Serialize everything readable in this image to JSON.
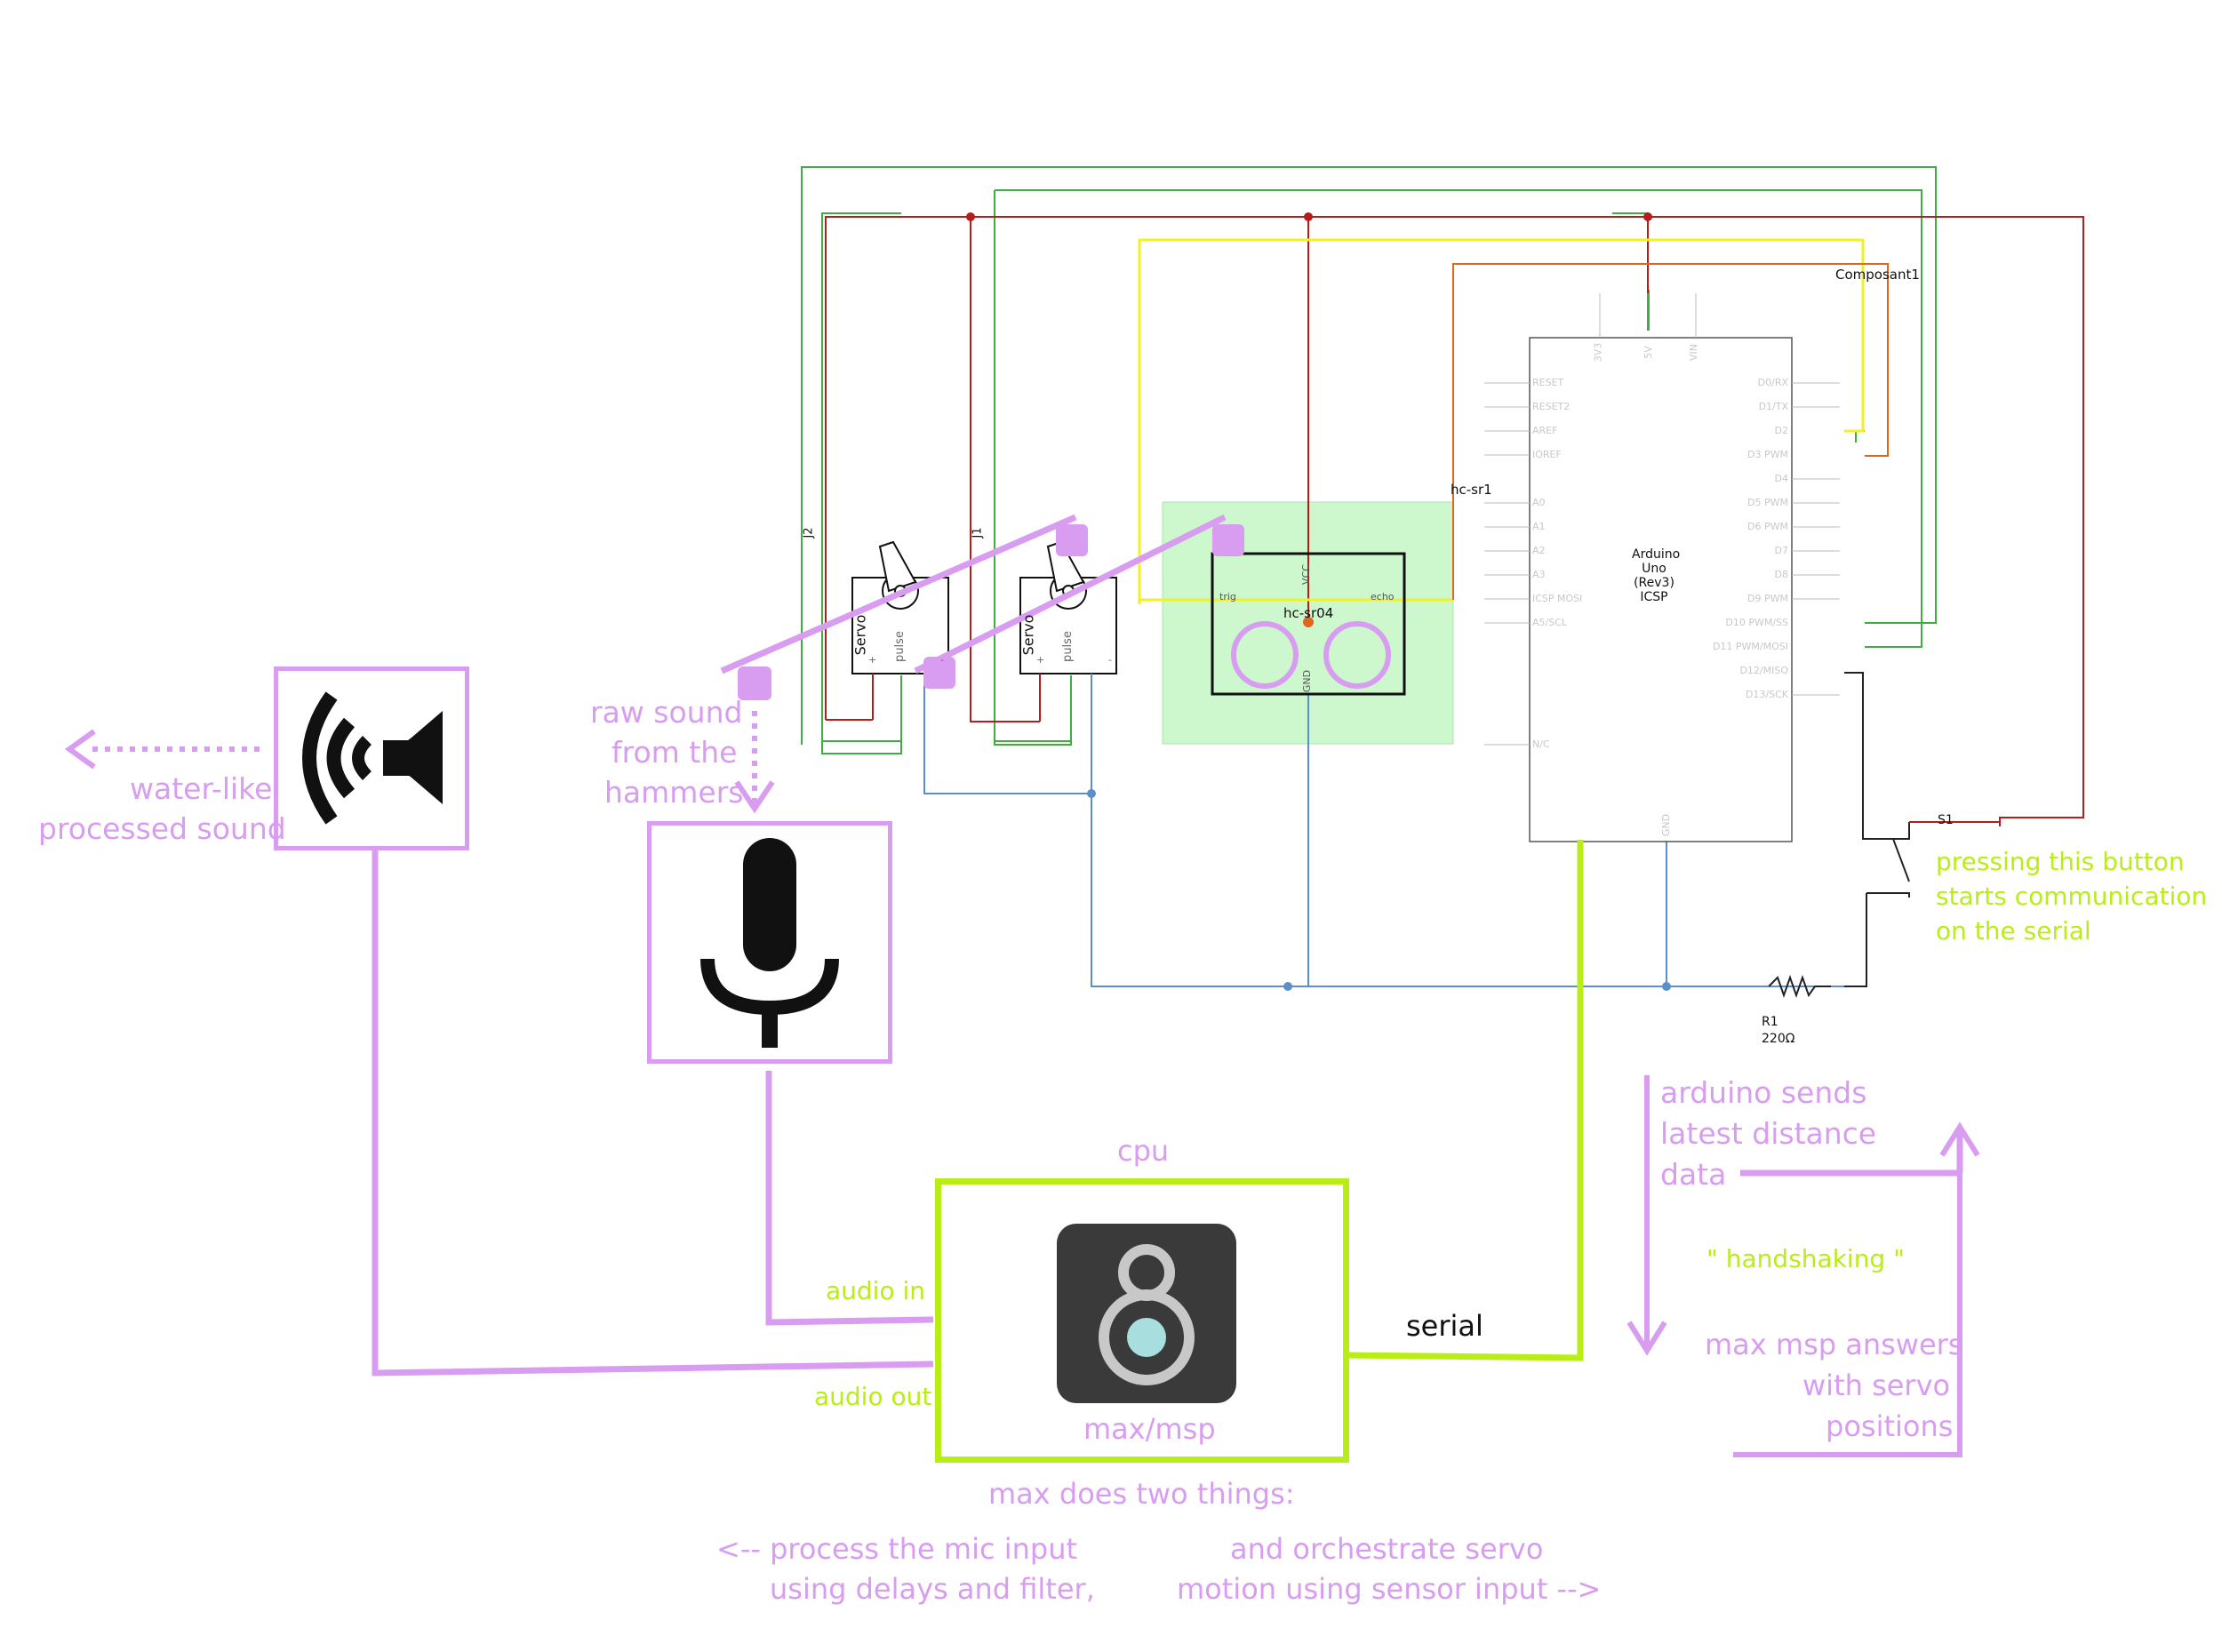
{
  "labels": {
    "water_like": "water-like",
    "processed_sound": "processed sound",
    "raw_sound_1": "raw sound",
    "raw_sound_2": "from the",
    "raw_sound_3": "hammers",
    "cpu": "cpu",
    "audio_in": "audio in",
    "audio_out": "audio out",
    "serial": "serial",
    "max_msp": "max/msp",
    "max_does": "max does two things:",
    "process_1": "<-- process the mic input",
    "process_2": "using delays and filter,",
    "orchestrate_1": "and orchestrate servo",
    "orchestrate_2": "motion using sensor input -->",
    "arduino_sends_1": "arduino sends",
    "arduino_sends_2": "latest distance",
    "arduino_sends_3": "data",
    "handshaking": "\" handshaking \"",
    "max_answers_1": "max msp answers",
    "max_answers_2": "with servo",
    "max_answers_3": "positions",
    "button_note_1": "pressing this button",
    "button_note_2": "starts communication",
    "button_note_3": "on the serial"
  },
  "schematic": {
    "composant": "Composant1",
    "hc_sr1": "hc-sr1",
    "hc_sr04": "hc-sr04",
    "trig": "trig",
    "echo": "echo",
    "vcc": "VCC",
    "gnd_sensor": "GND",
    "servo_label": "Servo",
    "pulse": "pulse",
    "plus": "+",
    "minus": "-",
    "j1": "J1",
    "j2": "J2",
    "s1": "S1",
    "r1": "R1",
    "r1_value": "220Ω",
    "arduino_1": "Arduino",
    "arduino_2": "Uno",
    "arduino_3": "(Rev3)",
    "arduino_4": "ICSP",
    "top_pins": [
      "3V3",
      "5V",
      "VIN"
    ],
    "bottom_pin": "GND",
    "left_pins": [
      "RESET",
      "RESET2",
      "AREF",
      "IOREF",
      "A0",
      "A1",
      "A2",
      "A3",
      "ICSP MOSI",
      "A5/SCL",
      "N/C"
    ],
    "right_pins": [
      "D0/RX",
      "D1/TX",
      "D2",
      "D3 PWM",
      "D4",
      "D5 PWM",
      "D6 PWM",
      "D7",
      "D8",
      "D9 PWM",
      "D10 PWM/SS",
      "D11 PWM/MOSI",
      "D12/MISO",
      "D13/SCK"
    ]
  },
  "icons": {
    "speaker": "speaker-icon",
    "microphone": "microphone-icon",
    "max_logo": "max-msp-logo-icon"
  },
  "colors": {
    "purple": "#d89cf0",
    "lime": "#b8ee16",
    "wire_red": "#b51d1d",
    "wire_green": "#3fae3f",
    "wire_yellow": "#f2f21e",
    "wire_blue": "#5b8fcc",
    "wire_orange": "#e0671a",
    "sensor_fill": "#cdf7cd"
  }
}
